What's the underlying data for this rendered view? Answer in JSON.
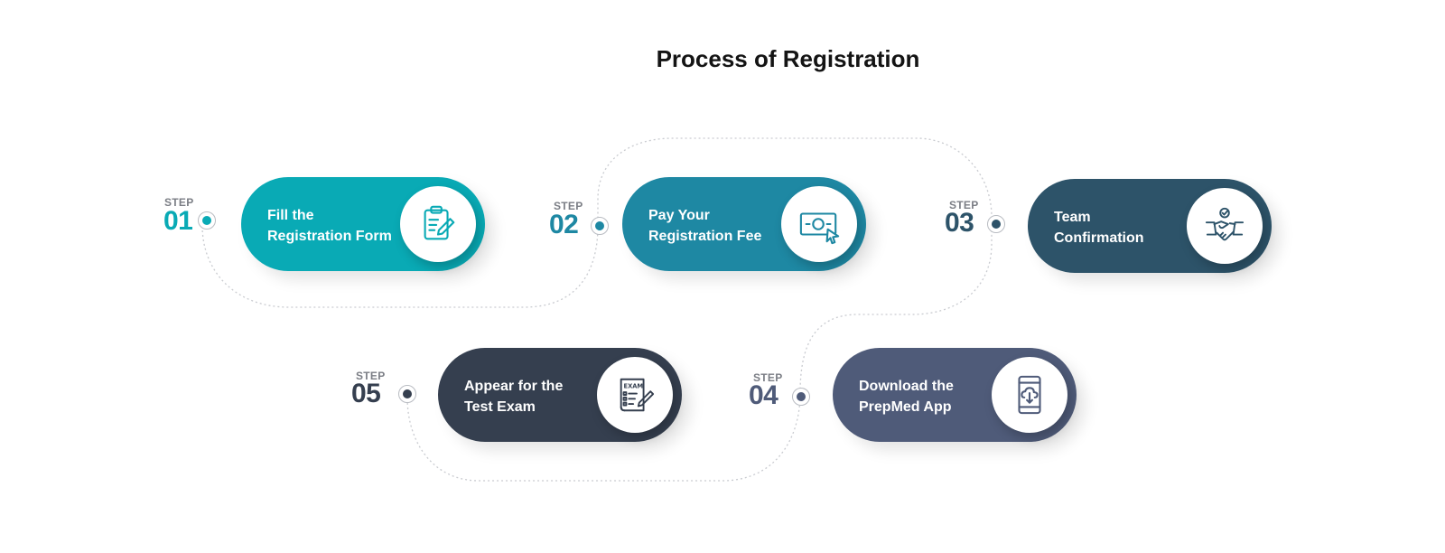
{
  "title": "Process of Registration",
  "step_word": "STEP",
  "steps": [
    {
      "num": "01",
      "label": "Fill the\nRegistration Form",
      "icon": "clipboard-edit-icon",
      "color": "#09aab5"
    },
    {
      "num": "02",
      "label": "Pay Your\nRegistration Fee",
      "icon": "payment-click-icon",
      "color": "#1e88a3"
    },
    {
      "num": "03",
      "label": "Team\nConfirmation",
      "icon": "handshake-icon",
      "color": "#2d5369"
    },
    {
      "num": "04",
      "label": "Download the\nPrepMed App",
      "icon": "mobile-download-icon",
      "color": "#4f5b79"
    },
    {
      "num": "05",
      "label": "Appear for the\n Test Exam",
      "icon": "exam-paper-icon",
      "color": "#353f4f"
    }
  ],
  "connector_color": "#c9cbd0"
}
